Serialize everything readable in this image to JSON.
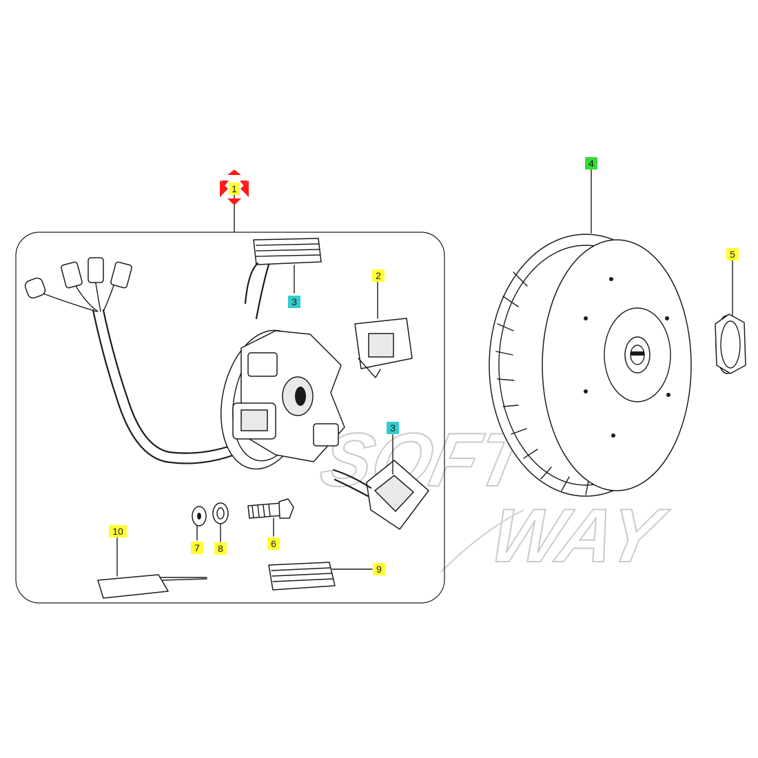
{
  "watermark": {
    "line1": "SOFT",
    "line2": "WAY"
  },
  "colors": {
    "yellow_label": "#ffff33",
    "cyan_label": "#33cccc",
    "green_label": "#33dd33",
    "marker_red": "#ff1a1a",
    "line": "#1a1a1a"
  },
  "callouts": [
    {
      "id": "c1",
      "text": "1",
      "color": "yellow"
    },
    {
      "id": "c2",
      "text": "2",
      "color": "yellow"
    },
    {
      "id": "c3a",
      "text": "3",
      "color": "cyan"
    },
    {
      "id": "c3b",
      "text": "3",
      "color": "cyan"
    },
    {
      "id": "c4",
      "text": "4",
      "color": "green"
    },
    {
      "id": "c5",
      "text": "5",
      "color": "yellow"
    },
    {
      "id": "c6",
      "text": "6",
      "color": "yellow"
    },
    {
      "id": "c7",
      "text": "7",
      "color": "yellow"
    },
    {
      "id": "c8",
      "text": "8",
      "color": "yellow"
    },
    {
      "id": "c9",
      "text": "9",
      "color": "yellow"
    },
    {
      "id": "c10",
      "text": "10",
      "color": "yellow"
    }
  ],
  "icons": {
    "selected_marker": "crosshair-arrows-icon"
  }
}
